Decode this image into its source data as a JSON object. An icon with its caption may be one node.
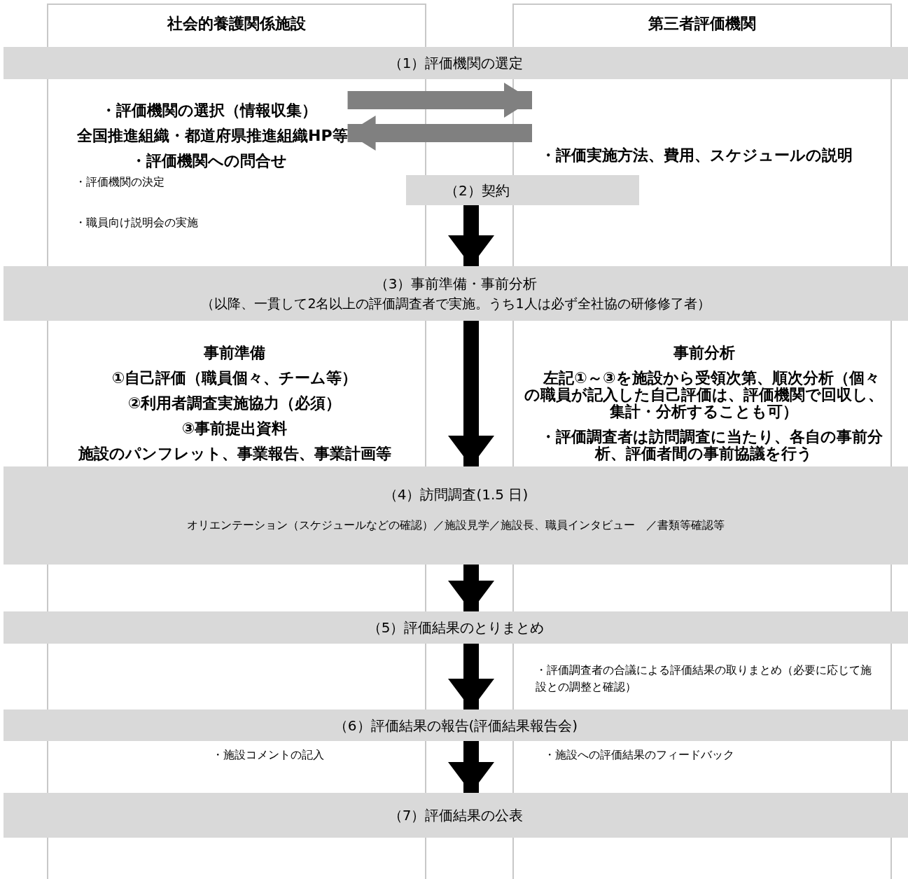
{
  "diagram": {
    "nodes": [
      {
        "text": [
          "社会的養護関係施設"
        ]
      },
      {
        "text": [
          "第三者評価機関"
        ]
      },
      {
        "text": [
          "（1）評価機関の選定"
        ]
      },
      {
        "text": [
          "・評価機関の選択（情報収集）",
          "全国推進組織・都道府県推進組織HP等",
          "・評価機関への問合せ"
        ],
        "in": 0
      },
      {
        "text": [
          "・評価実施方法、費用、スケジュールの説明"
        ],
        "in": 1
      },
      {
        "text": [
          "（2）契約"
        ]
      },
      {
        "text": [
          "（3）事前準備・事前分析",
          "（以降、一貫して2名以上の評価調査者で実施。うち1人は必ず全社協の研修修了者）"
        ]
      },
      {
        "text": [
          "事前準備",
          "①自己評価（職員個々、チーム等）",
          "②利用者調査実施協力（必須）",
          "③事前提出資料",
          "施設のパンフレット、事業報告、事業計画等"
        ],
        "in": 0
      },
      {
        "text": [
          "事前分析",
          "左記①～③を施設から受領次第、順次分析（個々の職員が記入した自己評価は、評価機関で回収し、集計・分析することも可）",
          "・評価調査者は訪問調査に当たり、各自の事前分析、評価者間の事前協議を行う"
        ],
        "in": 1
      },
      {
        "text": [
          "（4）訪問調査(1.5 日)",
          "オリエンテーション（スケジュールなどの確認）／施設見学／施設長、職員インタビュー　／書類等確認等"
        ]
      },
      {
        "text": [
          "（5）評価結果のとりまとめ"
        ]
      },
      {
        "text": [
          "（6）評価結果の報告(評価結果報告会)"
        ]
      },
      {
        "text": [
          "（7）評価結果の公表"
        ]
      }
    ],
    "edges": [
      {
        "from": 3,
        "to": 4,
        "arrow": "to",
        "color": "#808080"
      },
      {
        "from": 4,
        "to": 3,
        "arrow": "to",
        "color": "#808080"
      },
      {
        "from": 5,
        "to": 6,
        "arrow": "to"
      },
      {
        "from": 6,
        "to": 9,
        "arrow": "to"
      },
      {
        "from": 9,
        "to": 10,
        "arrow": "to"
      },
      {
        "from": 10,
        "to": 11,
        "arrow": "to"
      },
      {
        "from": 11,
        "to": 12,
        "arrow": "to"
      }
    ],
    "labels": [
      "・評価機関の決定",
      "・職員向け説明会の実施",
      "・評価調査者の合議による評価結果の取りまとめ（必要に応じて施設との調整と確認）",
      "・施設コメントの記入",
      "・施設への評価結果のフィードバック"
    ]
  }
}
